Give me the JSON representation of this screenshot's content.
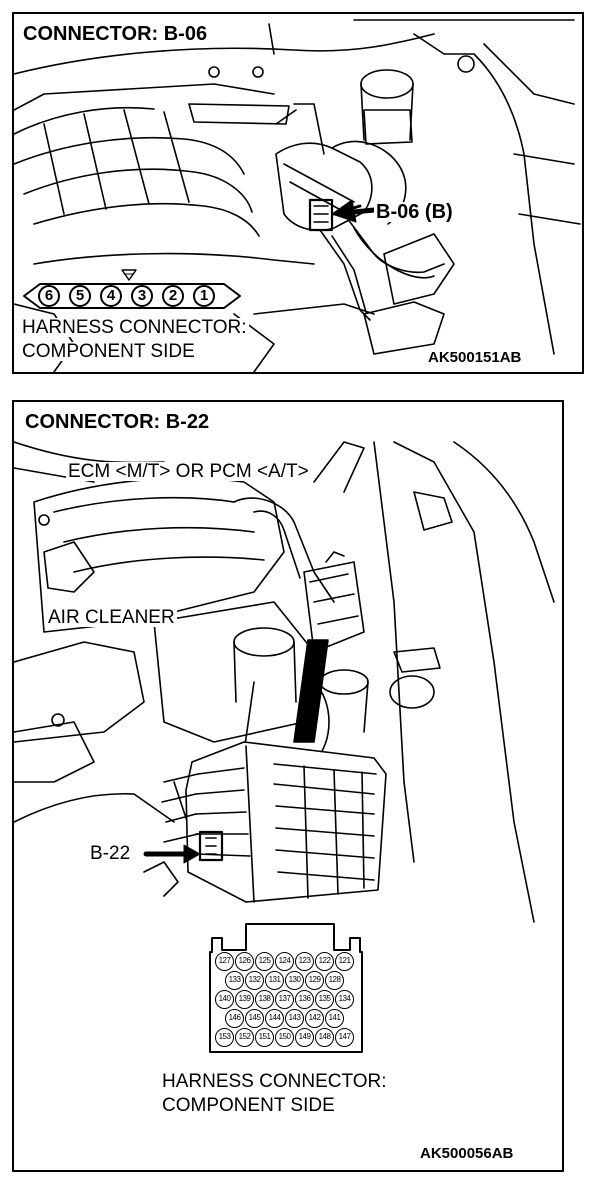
{
  "top_panel": {
    "title": "CONNECTOR: B-06",
    "callout": "B-06 (B)",
    "pins": [
      "6",
      "5",
      "4",
      "3",
      "2",
      "1"
    ],
    "caption_line1": "HARNESS CONNECTOR:",
    "caption_line2": "COMPONENT SIDE",
    "code": "AK500151AB"
  },
  "bottom_panel": {
    "title": "CONNECTOR: B-22",
    "label_ecm": "ECM <M/T> OR PCM <A/T>",
    "label_air_cleaner": "AIR CLEANER",
    "callout": "B-22",
    "pin_rows": [
      [
        "127",
        "126",
        "125",
        "124",
        "123",
        "122",
        "121"
      ],
      [
        "133",
        "132",
        "131",
        "130",
        "129",
        "128"
      ],
      [
        "140",
        "139",
        "138",
        "137",
        "136",
        "135",
        "134"
      ],
      [
        "146",
        "145",
        "144",
        "143",
        "142",
        "141"
      ],
      [
        "153",
        "152",
        "151",
        "150",
        "149",
        "148",
        "147"
      ]
    ],
    "caption_line1": "HARNESS CONNECTOR:",
    "caption_line2": "COMPONENT SIDE",
    "code": "AK500056AB"
  }
}
